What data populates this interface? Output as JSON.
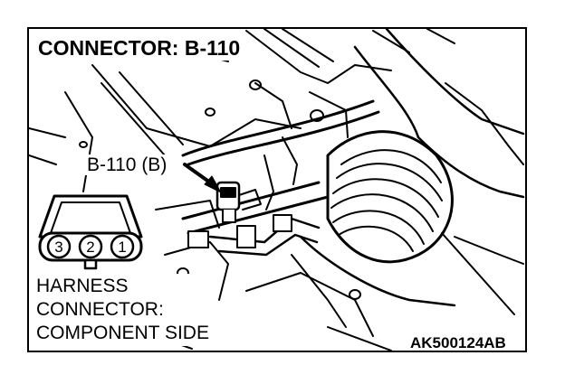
{
  "title": "CONNECTOR: B-110",
  "callout_label": "B-110 (B)",
  "harness_label": {
    "line1": "HARNESS",
    "line2": "CONNECTOR:",
    "line3": "COMPONENT SIDE"
  },
  "figure_code": "AK500124AB",
  "connector_pins": [
    "3",
    "2",
    "1"
  ],
  "colors": {
    "ink": "#000000",
    "background": "#ffffff"
  }
}
